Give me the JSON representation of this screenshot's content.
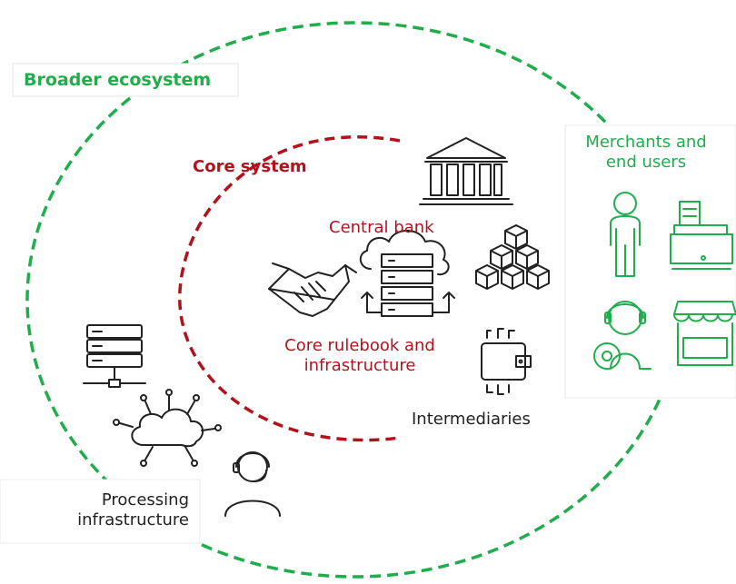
{
  "labels": {
    "broader_ecosystem": "Broader ecosystem",
    "core_system": "Core system",
    "central_bank": "Central bank",
    "core_rulebook": "Core rulebook and infrastructure",
    "intermediaries": "Intermediaries",
    "merchants": "Merchants and end users",
    "processing": "Processing infrastructure"
  },
  "colors": {
    "ecosystem_green": "#1fae4b",
    "core_red": "#b3121c",
    "icon_dark": "#222222"
  },
  "icons": [
    "bank-building-icon",
    "handshake-icon",
    "cloud-server-icon",
    "blockchain-cubes-icon",
    "digital-wallet-icon",
    "person-icon",
    "cash-register-icon",
    "headset-user-icon",
    "storefront-icon",
    "server-rack-icon",
    "cloud-network-icon",
    "support-agent-icon"
  ]
}
